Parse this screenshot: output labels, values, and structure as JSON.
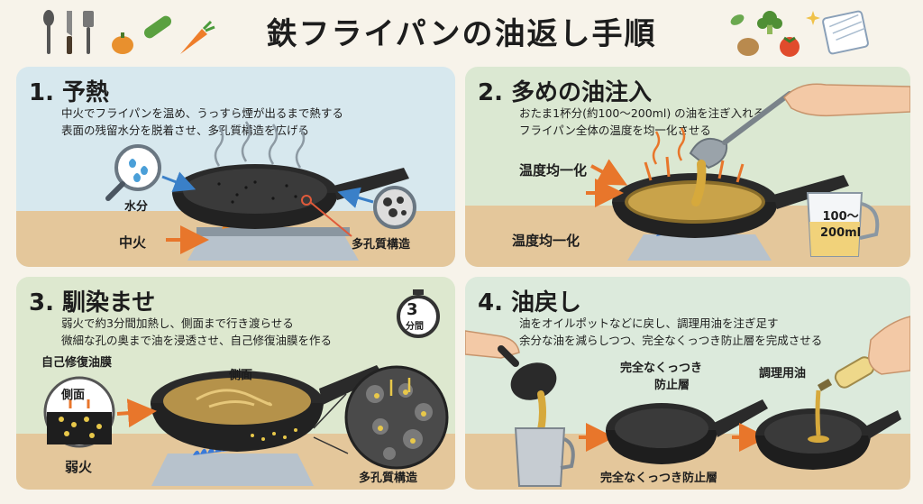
{
  "title": "鉄フライパンの油返し手順",
  "colors": {
    "panel1": "#d7e8ee",
    "panel2": "#dbe8d2",
    "panel3": "#dde8cf",
    "panel4": "#dceadc",
    "counter": "#e4c79b",
    "oil": "#c9a34a",
    "pan": "#2a2a2a",
    "arrow": "#e8762b"
  },
  "steps": [
    {
      "title": "1. 予熱",
      "desc": [
        "中火でフライパンを温め、うっすら煙が出るまで熱する",
        "表面の残留水分を脱着させ、多孔質構造を広げる"
      ],
      "labels": {
        "water": "水分",
        "heat": "中火",
        "porous": "多孔質構造"
      },
      "icons": [
        "magnifier-water-icon",
        "magnifier-pores-icon",
        "smoke-icon",
        "burner-icon"
      ]
    },
    {
      "title": "2. 多めの油注入",
      "desc": [
        "おたま1杯分(約100〜200ml) の油を注ぎ入れる",
        "フライパン全体の温度を均一化させる"
      ],
      "labels": {
        "temp_top": "温度均一化",
        "temp_bottom": "温度均一化",
        "cup": "100〜\n200ml"
      },
      "icons": [
        "ladle-icon",
        "measuring-cup-icon",
        "hand-icon"
      ]
    },
    {
      "title": "3. 馴染ませ",
      "desc": [
        "弱火で約3分間加熱し、側面まで行き渡らせる",
        "微細な孔の奥まで油を浸透させ、自己修復油膜を作る"
      ],
      "labels": {
        "film": "自己修復油膜",
        "side_pan": "側面",
        "side_zoom": "側面",
        "heat": "弱火",
        "porous": "多孔質構造",
        "timer_num": "3",
        "timer_unit": "分間"
      },
      "icons": [
        "timer-icon",
        "zoom-side-icon",
        "zoom-pores-icon"
      ]
    },
    {
      "title": "4. 油戻し",
      "desc": [
        "油をオイルポットなどに戻し、調理用油を注ぎ足す",
        "余分な油を減らしつつ、完全なくっつき防止層を完成させる"
      ],
      "labels": {
        "layer_top_1": "完全なくっつき",
        "layer_top_2": "防止層",
        "cooking_oil": "調理用油",
        "layer_bottom": "完全なくっつき防止層"
      },
      "icons": [
        "oil-pot-icon",
        "oil-bottle-icon",
        "hand-icon"
      ]
    }
  ]
}
